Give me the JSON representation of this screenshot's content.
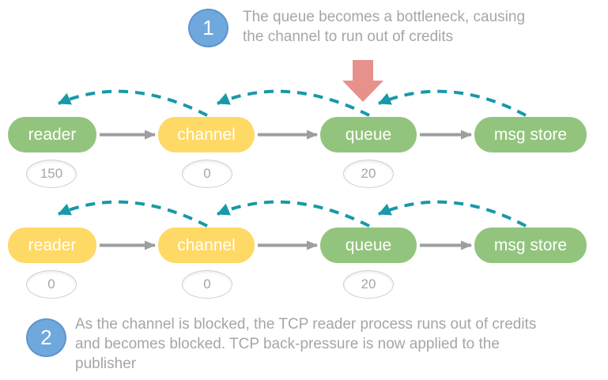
{
  "colors": {
    "node_green": "#93C47D",
    "node_yellow": "#FFD966",
    "node_label_text": "#FFFFFF",
    "flow_arrow_gray": "#9E9E9E",
    "credit_arrow_teal": "#1799A9",
    "bottleneck_arrow_red": "#E8908C",
    "step_circle_blue": "#6FA8DC",
    "annotation_text_gray": "#A6A6A6",
    "counter_text_gray": "#A6A6A6"
  },
  "steps": {
    "step1": {
      "number": "1",
      "lines": [
        "The queue becomes a bottleneck, causing",
        "the channel to run out of credits"
      ]
    },
    "step2": {
      "number": "2",
      "lines": [
        "As the channel is blocked, the TCP reader process runs out of credits",
        "and becomes blocked. TCP back-pressure is now applied to the",
        "publisher"
      ]
    }
  },
  "rows": [
    {
      "name": "before-reader-blocked",
      "nodes": [
        {
          "label": "reader",
          "color": "green",
          "counter": "150"
        },
        {
          "label": "channel",
          "color": "yellow",
          "counter": "0"
        },
        {
          "label": "queue",
          "color": "green",
          "counter": "20"
        },
        {
          "label": "msg store",
          "color": "green",
          "counter": null
        }
      ]
    },
    {
      "name": "after-reader-blocked",
      "nodes": [
        {
          "label": "reader",
          "color": "yellow",
          "counter": "0"
        },
        {
          "label": "channel",
          "color": "yellow",
          "counter": "0"
        },
        {
          "label": "queue",
          "color": "green",
          "counter": "20"
        },
        {
          "label": "msg store",
          "color": "green",
          "counter": null
        }
      ]
    }
  ]
}
